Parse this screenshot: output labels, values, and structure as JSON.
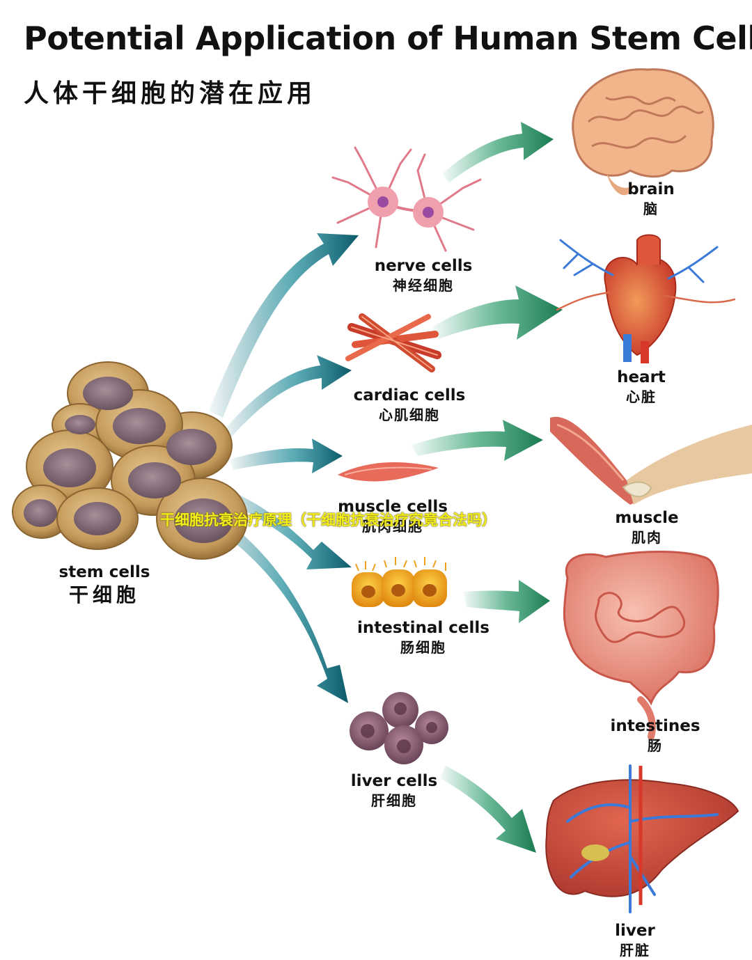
{
  "header": {
    "title_en": "Potential Application of Human Stem Cells",
    "title_zh": "人体干细胞的潜在应用"
  },
  "source": {
    "en": "stem cells",
    "zh": "干细胞"
  },
  "cells": [
    {
      "en": "nerve cells",
      "zh": "神经细胞"
    },
    {
      "en": "cardiac cells",
      "zh": "心肌细胞"
    },
    {
      "en": "muscle cells",
      "zh": "肌肉细胞"
    },
    {
      "en": "intestinal cells",
      "zh": "肠细胞"
    },
    {
      "en": "liver cells",
      "zh": "肝细胞"
    }
  ],
  "organs": [
    {
      "en": "brain",
      "zh": "脑"
    },
    {
      "en": "heart",
      "zh": "心脏"
    },
    {
      "en": "muscle",
      "zh": "肌肉"
    },
    {
      "en": "intestines",
      "zh": "肠"
    },
    {
      "en": "liver",
      "zh": "肝脏"
    }
  ],
  "overlay_caption": "干细胞抗衰治疗原理（干细胞抗衰治疗究竟合法吗）",
  "colors": {
    "arrow_teal": "#0f6f7d",
    "arrow_green": "#1f8a5a",
    "stem_cell": "#c49a5a",
    "stem_nucleus": "#8a7078",
    "caption_yellow": "#f2ee1a"
  },
  "icons": [
    "stem-cells-icon",
    "nerve-cells-icon",
    "cardiac-cells-icon",
    "muscle-cells-icon",
    "intestinal-cells-icon",
    "liver-cells-icon",
    "brain-icon",
    "heart-icon",
    "muscle-icon",
    "intestines-icon",
    "liver-icon"
  ]
}
